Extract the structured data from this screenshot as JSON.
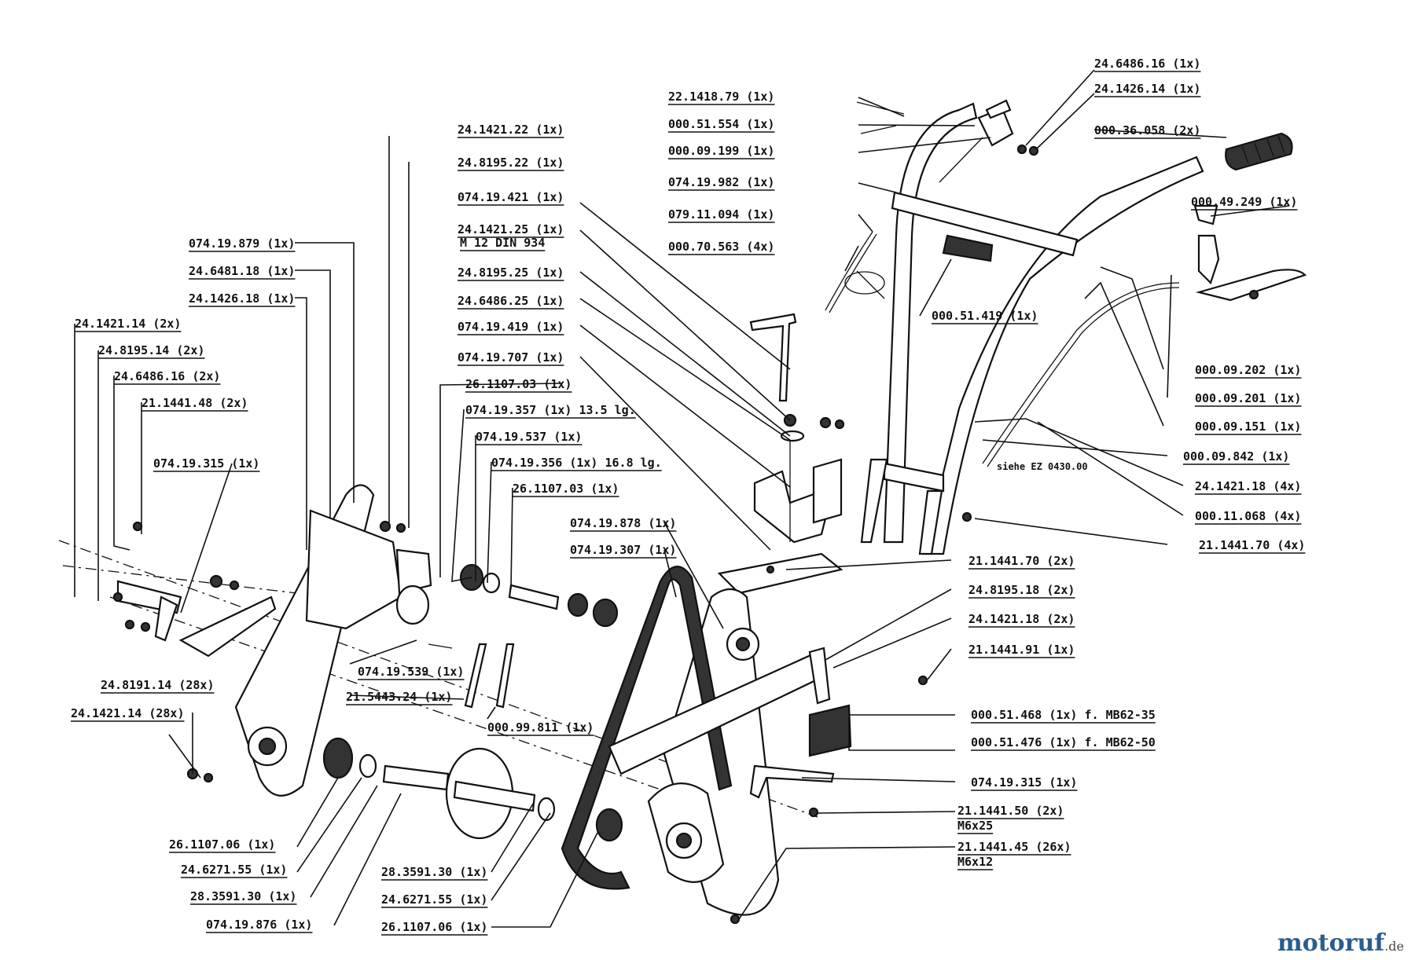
{
  "labels": [
    "24.6486.16 (1x)",
    "24.1426.14 (1x)",
    "000.36.058 (2x)",
    "22.1418.79 (1x)",
    "000.51.554 (1x)",
    "000.09.199 (1x)",
    "074.19.982 (1x)",
    "079.11.094 (1x)",
    "000.70.563 (4x)",
    "000.51.419 (1x)",
    "000.49.249 (1x)",
    "24.1421.22 (1x)",
    "24.8195.22 (1x)",
    "074.19.421 (1x)",
    "24.1421.25 (1x)",
    "M 12 DIN 934",
    "24.8195.25 (1x)",
    "24.6486.25 (1x)",
    "074.19.419 (1x)",
    "074.19.707 (1x)",
    "26.1107.03 (1x)",
    "074.19.357 (1x) 13.5 lg.",
    "074.19.537 (1x)",
    "074.19.356 (1x) 16.8 lg.",
    "26.1107.03 (1x)",
    "074.19.878 (1x)",
    "074.19.307 (1x)",
    "074.19.879 (1x)",
    "24.6481.18 (1x)",
    "24.1426.18 (1x)",
    "24.1421.14 (2x)",
    "24.8195.14 (2x)",
    "24.6486.16 (2x)",
    "21.1441.48 (2x)",
    "074.19.315 (1x)",
    "000.09.202 (1x)",
    "000.09.201 (1x)",
    "000.09.151 (1x)",
    "000.09.842 (1x)",
    "24.1421.18 (4x)",
    "000.11.068 (4x)",
    "21.1441.70 (4x)",
    "21.1441.70 (2x)",
    "24.8195.18 (2x)",
    "24.1421.18 (2x)",
    "21.1441.91 (1x)",
    "000.51.468 (1x)  f. MB62-35",
    "000.51.476 (1x)  f. MB62-50",
    "074.19.315  (1x)",
    "21.1441.50 (2x)",
    "M6x25",
    "21.1441.45 (26x)",
    "M6x12",
    "074.19.539 (1x)",
    "21.5443.24 (1x)",
    "000.99.811 (1x)",
    "24.8191.14 (28x)",
    "24.1421.14 (28x)",
    "26.1107.06 (1x)",
    "24.6271.55 (1x)",
    "28.3591.30 (1x)",
    "074.19.876 (1x)",
    "28.3591.30 (1x)",
    "24.6271.55 (1x)",
    "26.1107.06 (1x)"
  ],
  "note": "siehe EZ 0430.00",
  "watermark": {
    "name": "motoruf",
    "tld": ".de"
  }
}
